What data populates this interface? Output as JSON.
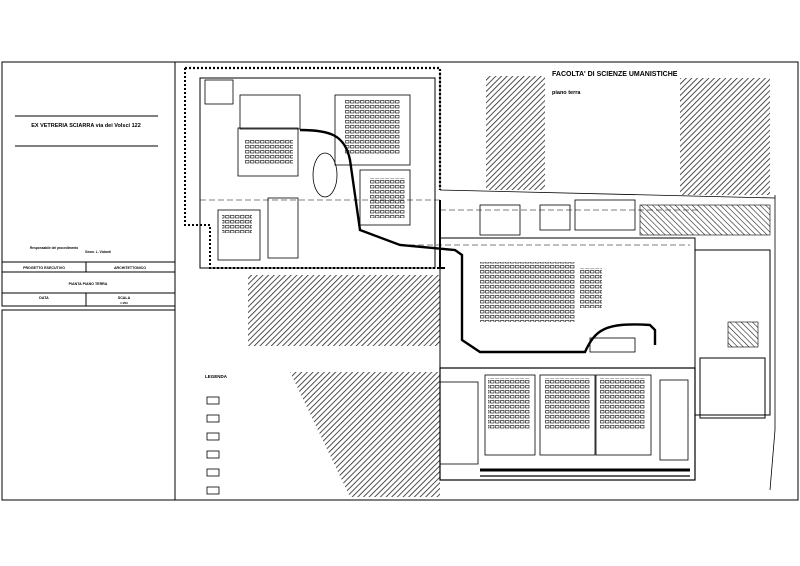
{
  "title_block": {
    "project_title": "EX VETRERIA SCIARRA  via dei Volsci 122",
    "responsible_label": "Responsabile del procedimento",
    "responsible_name": "Geom. L. Violanti",
    "phase": "PROGETTO ESECUTIVO",
    "discipline": "ARCHITETTONICO",
    "drawing_name": "PIANTA PIANO TERRA",
    "date_label": "DATA",
    "scale_label": "SCALA",
    "scale_value": "1:200"
  },
  "plan": {
    "title": "FACOLTA' DI SCIENZE UMANISTICHE",
    "subtitle": "piano terra",
    "legend_title": "LEGENDA",
    "legend_entries": 6
  },
  "colors": {
    "line": "#000000",
    "hatch": "#222222",
    "background": "#ffffff"
  }
}
